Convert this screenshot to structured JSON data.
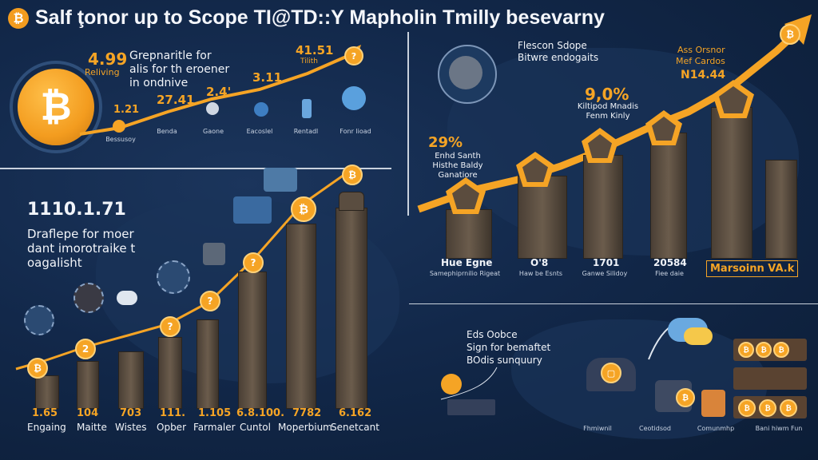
{
  "title": "Salf ţonor up to Scope TI@TD::Y Mapholin Tmilly besevarny",
  "top_left": {
    "stats": [
      {
        "value": "4.99",
        "label": "Reliving"
      },
      {
        "value": "1.21",
        "label": ""
      },
      {
        "value": "27.41",
        "label": ""
      },
      {
        "value": "2.4'",
        "label": ""
      },
      {
        "value": "3.11",
        "label": ""
      },
      {
        "value": "41.51",
        "label": "Tilith"
      }
    ],
    "description": "Grepnaritle for alis for th eroener in ondnive",
    "steps": [
      {
        "name": "Bessusoy"
      },
      {
        "name": "Benda"
      },
      {
        "name": "Gaone"
      },
      {
        "name": "Eacoslel"
      },
      {
        "name": "Rentadl"
      },
      {
        "name": "Fonr lioad"
      }
    ]
  },
  "bottom_left": {
    "value": "1110.1.71",
    "description": "Draflepe for moer dant imorotraike t oagalisht",
    "items": [
      {
        "value": "1.65",
        "label": "Engaing"
      },
      {
        "value": "104",
        "label": "Maitte"
      },
      {
        "value": "703",
        "label": "Wistes"
      },
      {
        "value": "111.",
        "label": "Opber"
      },
      {
        "value": "1.105",
        "label": "Farmaler"
      },
      {
        "value": "6.8.100.",
        "label": "Cuntol"
      },
      {
        "value": "7782",
        "label": "Moperbium"
      },
      {
        "value": "6.162",
        "label": "Senetcant"
      }
    ]
  },
  "top_right": {
    "callout_1": "Flescon Sdope Bitwre endogaits",
    "stat_1": {
      "value": "29%",
      "label": "Enhd Santh Histhe Baldy Ganatiore"
    },
    "stat_2": {
      "value": "9,0%",
      "label": "Kiltipod Mnadis Fenm Kinly"
    },
    "callout_2": {
      "line1": "Ass Orsnor",
      "line2": "Mef Cardos",
      "value": "N14.44"
    },
    "columns": [
      {
        "value": "Hue Egne",
        "label": "Samephiprnilio Rigeat"
      },
      {
        "value": "O'8",
        "label": "Haw be Esnts"
      },
      {
        "value": "1701",
        "label": "Ganwe Silidoy"
      },
      {
        "value": "20584",
        "label": "Fiee daie"
      }
    ],
    "badge": "Marsoinn VA.k"
  },
  "bottom_right": {
    "heading_1": "Eds Oobce",
    "heading_2": "Sign for bemaftet",
    "heading_3": "BOdis sunquury",
    "labels": [
      "Fhmiwnil",
      "Ceotidsod",
      "Comunmhp",
      "Bani hiwm Fun"
    ]
  },
  "colors": {
    "accent": "#f5a425",
    "background": "#12284a",
    "tower": "#5a4d40"
  }
}
